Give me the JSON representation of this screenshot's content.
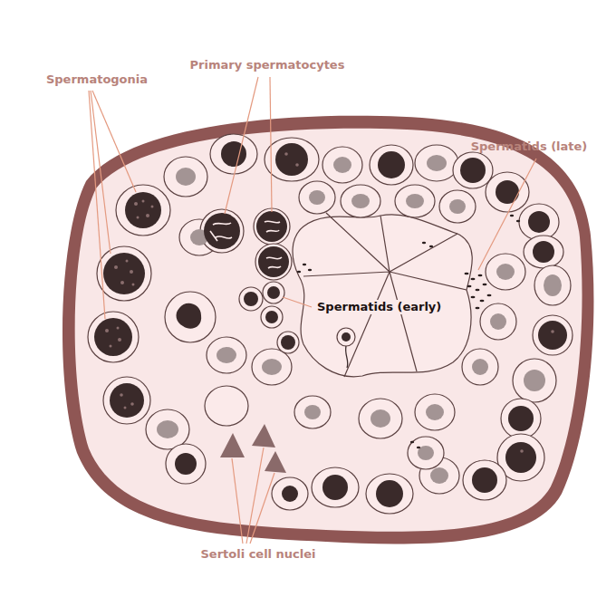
{
  "diagram": {
    "labels": [
      "Primary spermatocytes",
      "Spermatogonia",
      "Spermatids (late)",
      "Spermatids (early)",
      "Sertoli cell nuclei"
    ]
  }
}
